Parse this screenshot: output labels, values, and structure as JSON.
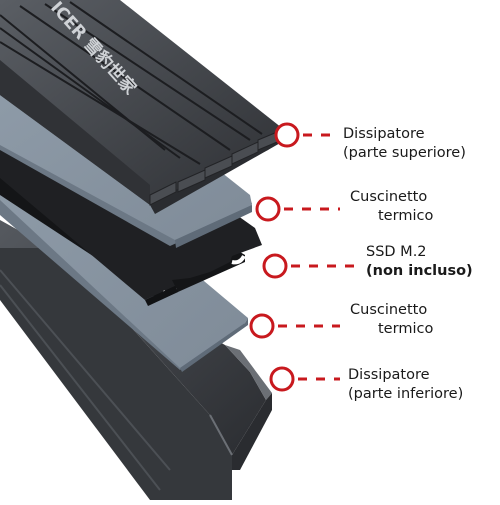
{
  "brand_mark": "ICER 雪豹世家",
  "accent_color": "#c8191e",
  "colors": {
    "heatsink": "#3c3f44",
    "heatsink_dark": "#2a2c30",
    "heatsink_light": "#6a6e74",
    "thermal_pad": "#8a97a4",
    "thermal_pad_edge": "#6c7885",
    "ssd": "#1e1f22"
  },
  "callouts": [
    {
      "id": "top-heatsink",
      "line1": "Dissipatore",
      "line2": "(parte superiore)",
      "line2_bold": false,
      "icon": "ring-marker-icon"
    },
    {
      "id": "top-thermal-pad",
      "line1": "Cuscinetto",
      "line2": "termico",
      "line2_bold": false,
      "icon": "ring-marker-icon"
    },
    {
      "id": "ssd",
      "line1": "SSD M.2",
      "line2": "(non incluso)",
      "line2_bold": true,
      "icon": "ring-marker-icon"
    },
    {
      "id": "bottom-thermal-pad",
      "line1": "Cuscinetto",
      "line2": "termico",
      "line2_bold": false,
      "icon": "ring-marker-icon"
    },
    {
      "id": "bottom-heatsink",
      "line1": "Dissipatore",
      "line2": "(parte inferiore)",
      "line2_bold": false,
      "icon": "ring-marker-icon"
    }
  ]
}
